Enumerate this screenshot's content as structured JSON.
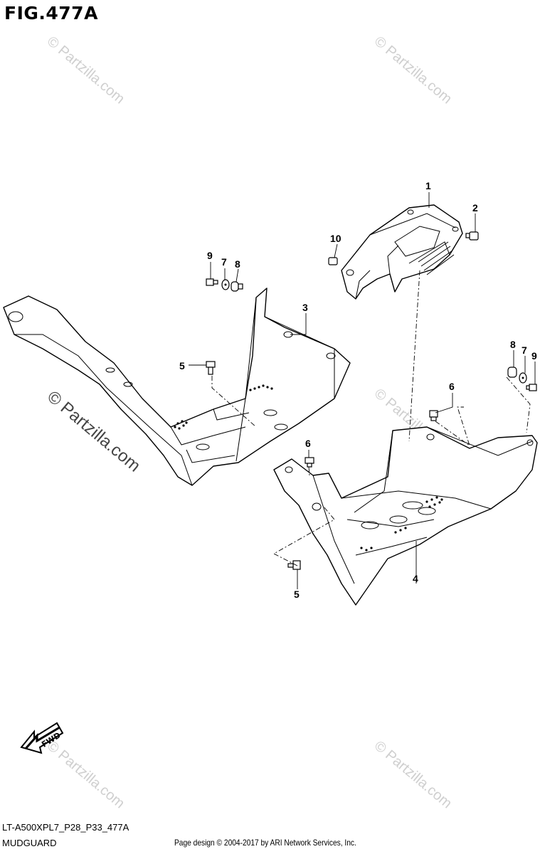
{
  "figure": {
    "title": "FIG.477A",
    "model_code": "LT-A500XPL7_P28_P33_477A",
    "section_name": "MUDGUARD",
    "copyright": "Page design © 2004-2017 by ARI Network Services, Inc."
  },
  "watermark": {
    "text": "© Partzilla.com"
  },
  "fwd_label": "FWD",
  "callouts": {
    "c1": "1",
    "c2": "2",
    "c3": "3",
    "c4": "4",
    "c5a": "5",
    "c5b": "5",
    "c6a": "6",
    "c6b": "6",
    "c7a": "7",
    "c7b": "7",
    "c8a": "8",
    "c8b": "8",
    "c9a": "9",
    "c9b": "9",
    "c10": "10"
  },
  "colors": {
    "line": "#000000",
    "background": "#ffffff",
    "watermark": "#cfcfcf"
  }
}
